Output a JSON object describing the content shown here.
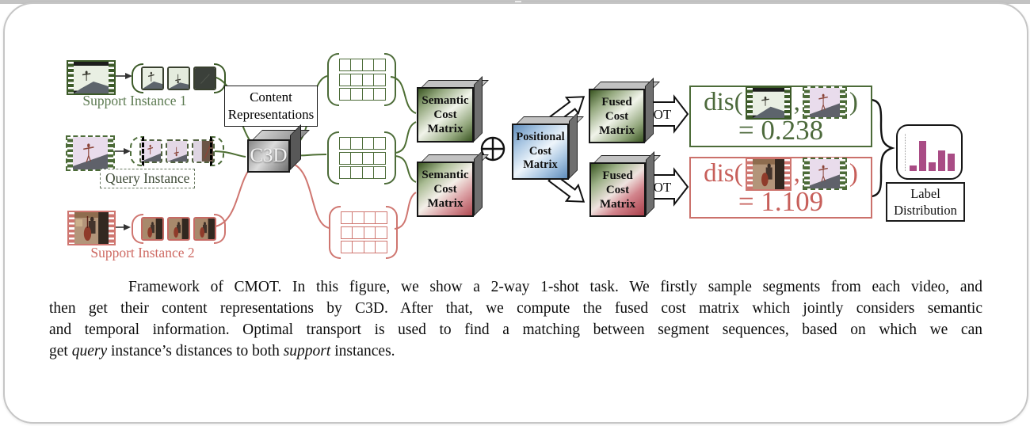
{
  "diagram": {
    "instances": {
      "support1": {
        "label": "Support Instance 1"
      },
      "query": {
        "label": "Query Instance"
      },
      "support2": {
        "label": "Support Instance 2"
      }
    },
    "content_representations": {
      "line1": "Content",
      "line2": "Representations"
    },
    "c3d": "C3D",
    "semantic_matrix": {
      "line1": "Semantic",
      "line2": "Cost",
      "line3": "Matrix"
    },
    "positional_matrix": {
      "line1": "Positional",
      "line2": "Cost",
      "line3": "Matrix"
    },
    "fused_matrix": {
      "line1": "Fused",
      "line2": "Cost",
      "line3": "Matrix"
    },
    "oplus": "⊕",
    "ot": "OT",
    "distance_green": {
      "fn": "dis(",
      "comma": ",",
      "close": ")",
      "value": "= 0.238"
    },
    "distance_red": {
      "fn": "dis(",
      "comma": ",",
      "close": ")",
      "value": "= 1.109"
    },
    "label_distribution": {
      "line1": "Label",
      "line2": "Distribution"
    },
    "bar_chart_icon": {
      "bars": [
        0.18,
        1.0,
        0.3,
        0.68,
        0.58
      ],
      "color": "#a94c85"
    },
    "colors": {
      "support_green": "#4c6b38",
      "support_red": "#cb716b",
      "positional_blue": "#7fa9d4"
    }
  },
  "caption": {
    "line1": "Framework of CMOT. In this figure, we show a 2-way 1-shot task. We firstly sample segments from each video, and",
    "line2": "then get their content representations by C3D. After that, we compute the fused cost matrix which jointly considers semantic",
    "line3": "and temporal information. Optimal transport is used to find a matching between segment sequences, based on which we can",
    "line4": {
      "part1": "get ",
      "italic1": "query",
      "part2": " instance’s distances to both ",
      "italic2": "support",
      "part3": " instances."
    }
  }
}
